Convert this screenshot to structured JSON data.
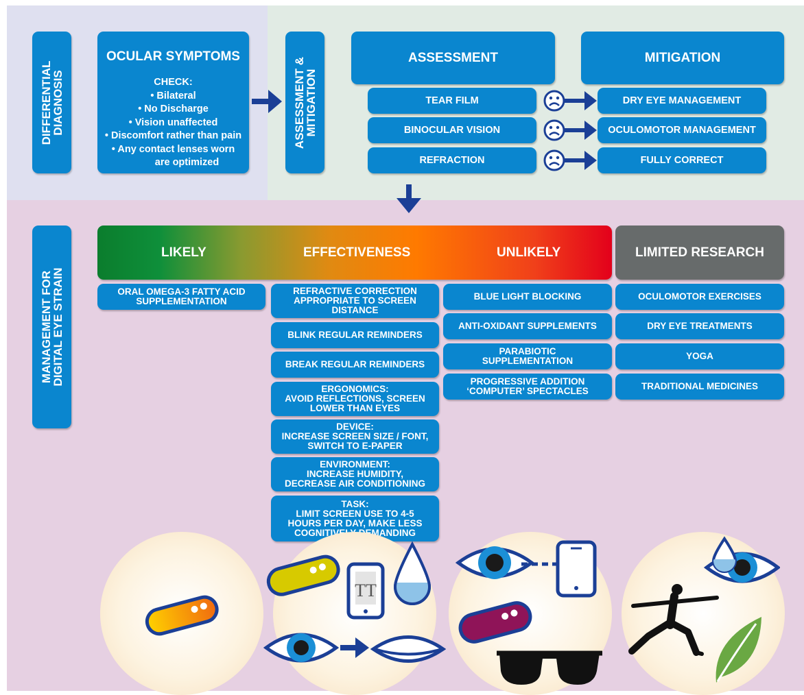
{
  "diagnosis": {
    "label": "DIFFERENTIAL DIAGNOSIS",
    "label_lines": [
      "DIFFERENTIAL",
      "DIAGNOSIS"
    ],
    "symptoms": {
      "title": "OCULAR SYMPTOMS",
      "check": "CHECK:",
      "items": [
        "• Bilateral",
        "• No Discharge",
        "• Vision unaffected",
        "• Discomfort rather than pain",
        "• Any contact lenses worn",
        "are optimized"
      ]
    }
  },
  "assess_mitigation": {
    "label_lines": [
      "ASSESSMENT &",
      "MITIGATION"
    ],
    "assessment_title": "ASSESSMENT",
    "mitigation_title": "MITIGATION",
    "rows": [
      {
        "assessment": "TEAR FILM",
        "mitigation": "DRY EYE MANAGEMENT"
      },
      {
        "assessment": "BINOCULAR VISION",
        "mitigation": "OCULOMOTOR MANAGEMENT"
      },
      {
        "assessment": "REFRACTION",
        "mitigation": "FULLY CORRECT"
      }
    ]
  },
  "management": {
    "label_lines": [
      "MANAGEMENT FOR",
      "DIGITAL EYE STRAIN"
    ],
    "scale": {
      "likely": "LIKELY",
      "effectiveness": "EFFECTIVENESS",
      "unlikely": "UNLIKELY"
    },
    "limited_research": "LIMITED RESEARCH",
    "likely_items": [
      {
        "lines": [
          "ORAL OMEGA-3 FATTY ACID",
          "SUPPLEMENTATION"
        ]
      }
    ],
    "effectiveness_items": [
      {
        "lines": [
          "REFRACTIVE CORRECTION",
          "APPROPRIATE TO SCREEN",
          "DISTANCE"
        ]
      },
      {
        "lines": [
          "BLINK REGULAR REMINDERS"
        ]
      },
      {
        "lines": [
          "BREAK REGULAR REMINDERS"
        ]
      },
      {
        "lines": [
          "ERGONOMICS:",
          "AVOID REFLECTIONS, SCREEN",
          "LOWER THAN EYES"
        ]
      },
      {
        "lines": [
          "DEVICE:",
          "INCREASE SCREEN SIZE / FONT,",
          "SWITCH TO E-PAPER"
        ]
      },
      {
        "lines": [
          "ENVIRONMENT:",
          "INCREASE  HUMIDITY,",
          "DECREASE AIR CONDITIONING"
        ]
      },
      {
        "lines": [
          "TASK:",
          "LIMIT SCREEN  USE TO 4-5",
          "HOURS PER DAY, MAKE LESS",
          "COGNITIVELY DEMANDING"
        ]
      }
    ],
    "unlikely_items": [
      {
        "lines": [
          "BLUE LIGHT BLOCKING"
        ]
      },
      {
        "lines": [
          "ANTI-OXIDANT SUPPLEMENTS"
        ]
      },
      {
        "lines": [
          "PARABIOTIC",
          "SUPPLEMENTATION"
        ]
      },
      {
        "lines": [
          "PROGRESSIVE ADDITION",
          "‘COMPUTER’ SPECTACLES"
        ]
      }
    ],
    "limited_items": [
      {
        "lines": [
          "OCULOMOTOR EXERCISES"
        ]
      },
      {
        "lines": [
          "DRY EYE TREATMENTS"
        ]
      },
      {
        "lines": [
          "YOGA"
        ]
      },
      {
        "lines": [
          "TRADITIONAL MEDICINES"
        ]
      }
    ],
    "font_icon_text": "TT"
  },
  "colors": {
    "box_blue": "#0a86cf",
    "arrow_navy": "#1b3f96",
    "limited_gray": "#676b6b",
    "diagnosis_bg": "#dfe0f0",
    "assessment_bg": "#e1ebe4",
    "management_bg": "#e6d0e2"
  },
  "icons": [
    "frown-face-icon",
    "pill-icon",
    "phone-icon",
    "water-drop-icon",
    "eye-icon",
    "closed-eye-icon",
    "sunglasses-icon",
    "yoga-pose-icon",
    "leaf-icon"
  ]
}
